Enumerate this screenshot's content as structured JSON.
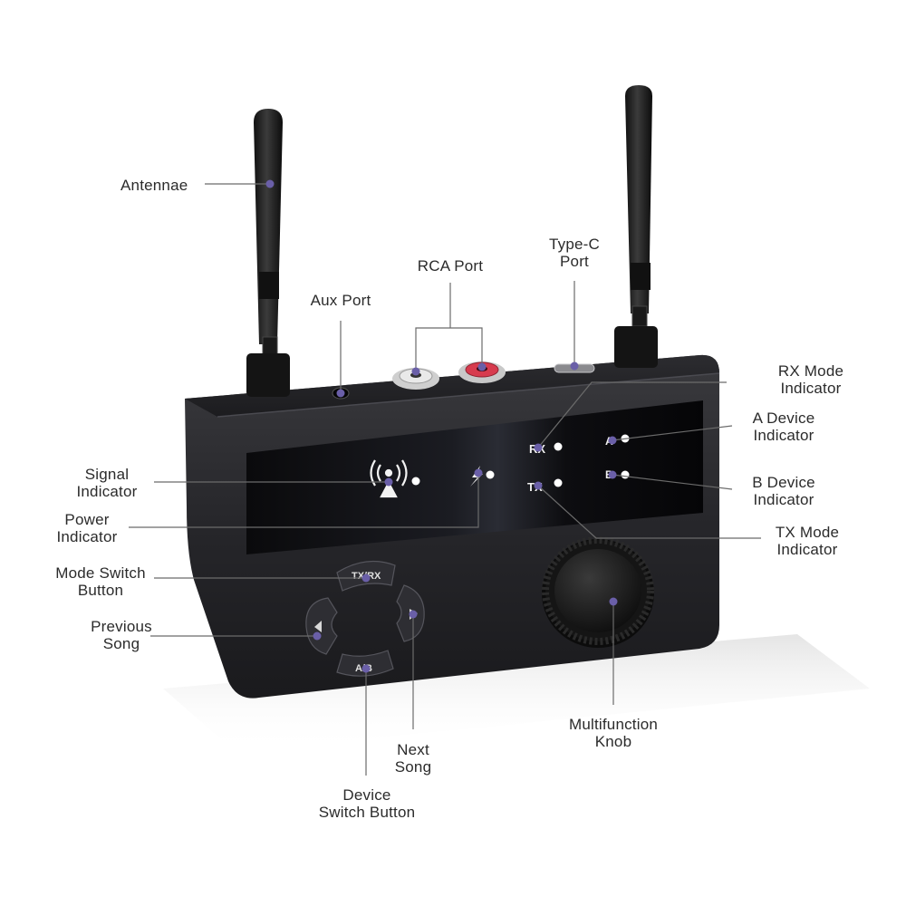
{
  "colors": {
    "leader_line": "#6b6b6b",
    "marker_dot": "#6a5fa8",
    "device_body": "#232326",
    "panel": "#08080a",
    "label_text": "#2b2b2b"
  },
  "panel_glyphs": {
    "rx": "RX",
    "tx": "TX",
    "a": "A",
    "b": "B",
    "mode_button": "TX/RX",
    "device_button": "A/B"
  },
  "labels": {
    "antennae": [
      "Antennae"
    ],
    "aux_port": [
      "Aux Port"
    ],
    "rca_port": [
      "RCA Port"
    ],
    "typec_port": [
      "Type-C",
      "Port"
    ],
    "rx_mode": [
      "RX Mode",
      "Indicator"
    ],
    "a_device": [
      "A Device",
      "Indicator"
    ],
    "b_device": [
      "B Device",
      "Indicator"
    ],
    "tx_mode": [
      "TX Mode",
      "Indicator"
    ],
    "signal": [
      "Signal",
      "Indicator"
    ],
    "power": [
      "Power",
      "Indicator"
    ],
    "mode_switch": [
      "Mode Switch",
      "Button"
    ],
    "previous_song": [
      "Previous",
      "Song"
    ],
    "multifunction_knob": [
      "Multifunction",
      "Knob"
    ],
    "next_song": [
      "Next",
      "Song"
    ],
    "device_switch": [
      "Device",
      "Switch Button"
    ]
  }
}
